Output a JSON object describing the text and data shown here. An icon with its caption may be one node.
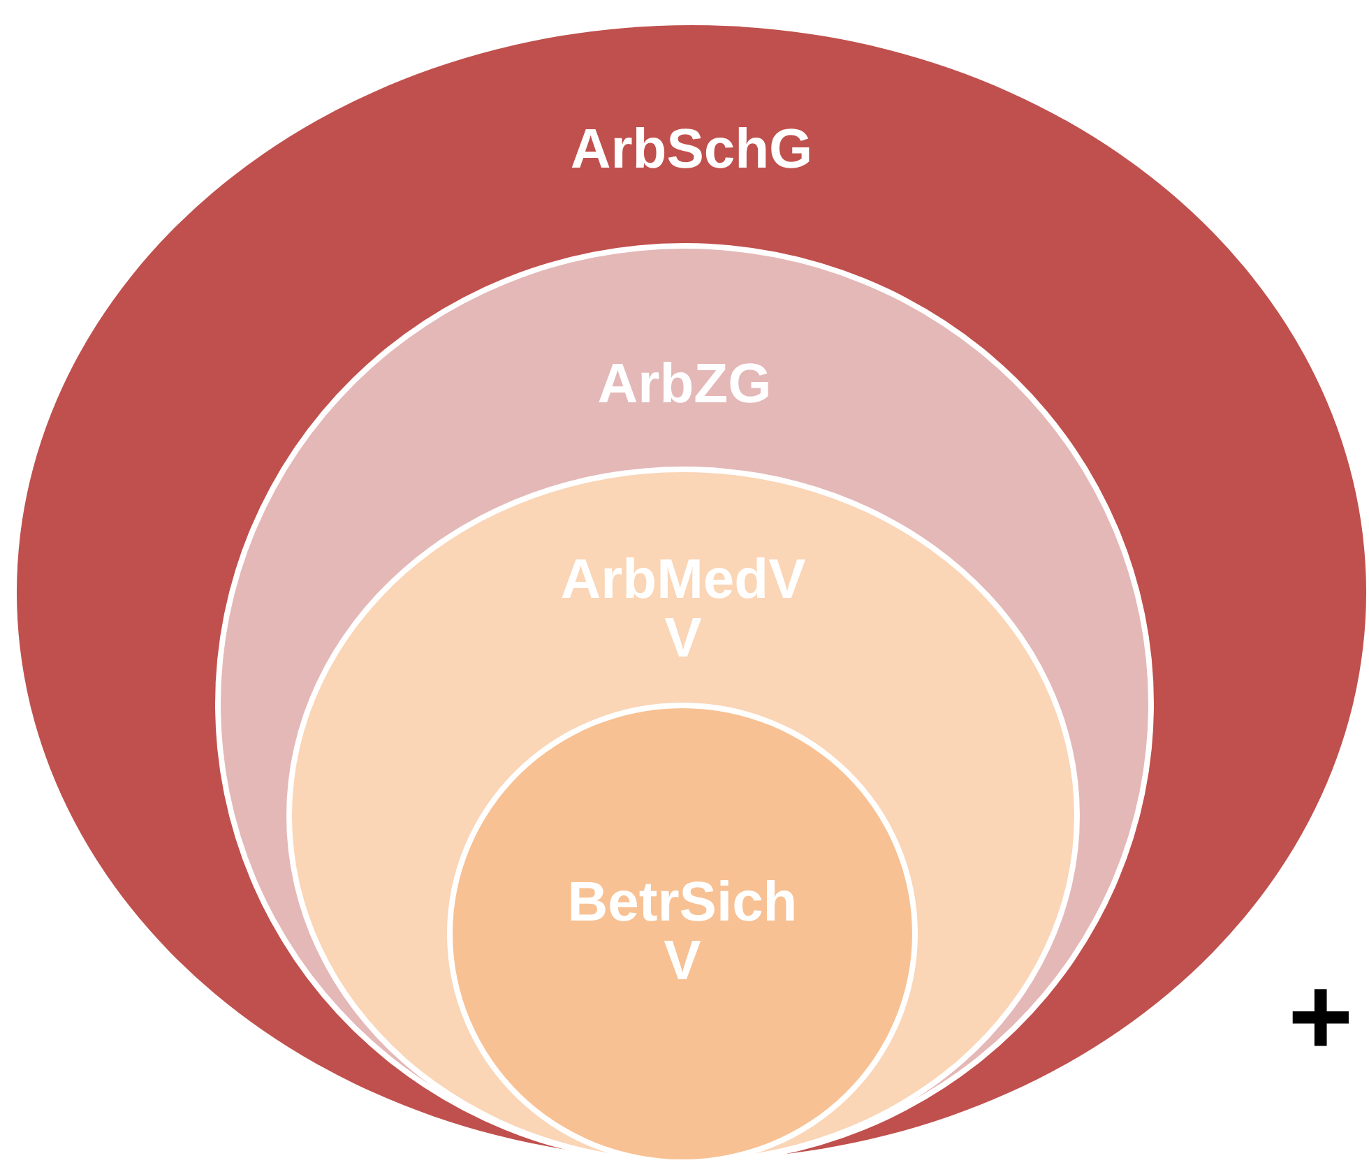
{
  "diagram": {
    "nodes": [
      {
        "text": [
          "ArbSchG"
        ]
      },
      {
        "text": [
          "ArbZG"
        ],
        "in": 0
      },
      {
        "text": [
          "ArbMedVV"
        ],
        "in": 1
      },
      {
        "text": [
          "BetrSichV"
        ],
        "in": 2
      }
    ],
    "labels": [
      "+"
    ]
  }
}
